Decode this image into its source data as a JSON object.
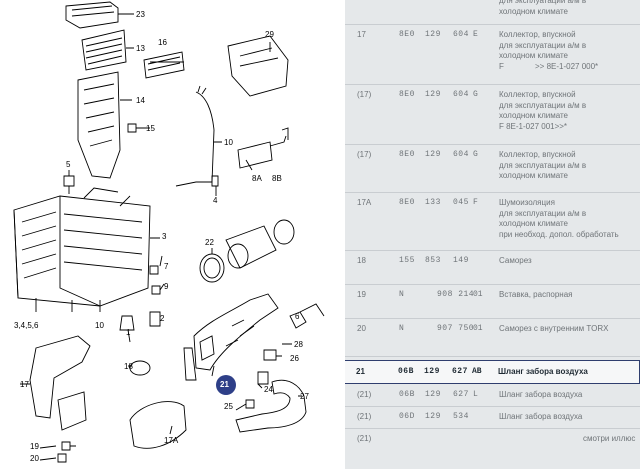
{
  "diagram": {
    "labels": [
      "23",
      "13",
      "16",
      "29",
      "14",
      "15",
      "10",
      "5",
      "8A",
      "8B",
      "4",
      "3",
      "2",
      "22",
      "7",
      "9",
      "1",
      "10",
      "3,4,5,6",
      "18",
      "17",
      "28",
      "6",
      "26",
      "24",
      "21",
      "25",
      "27",
      "19",
      "20",
      "17A"
    ],
    "highlight_label": "21"
  },
  "table": {
    "rows": [
      {
        "num": "",
        "pn1": "",
        "pn2": "",
        "pn3": "",
        "suf": "",
        "desc": "для эксплуатации а/м в\nхолодном климате"
      },
      {
        "num": "17",
        "pn1": "8E0",
        "pn2": "129",
        "pn3": "604",
        "suf": "E",
        "desc": "Коллектор, впускной\nдля эксплуатации а/м в\nхолодном климате\nF              >> 8E-1-027 000*"
      },
      {
        "num": "(17)",
        "pn1": "8E0",
        "pn2": "129",
        "pn3": "604",
        "suf": "G",
        "desc": "Коллектор, впускной\nдля эксплуатации а/м в\nхолодном климате\nF 8E-1-027 001>>*"
      },
      {
        "num": "(17)",
        "pn1": "8E0",
        "pn2": "129",
        "pn3": "604",
        "suf": "G",
        "desc": "Коллектор, впускной\nдля эксплуатации а/м в\nхолодном климате"
      },
      {
        "num": "17A",
        "pn1": "8E0",
        "pn2": "133",
        "pn3": "045",
        "suf": "F",
        "desc": "Шумоизоляция\nдля эксплуатации а/м в\nхолодном климате\nпри необход. допол. обработать"
      },
      {
        "num": "18",
        "pn1": "155",
        "pn2": "853",
        "pn3": "149",
        "suf": "",
        "desc": "Саморез"
      },
      {
        "num": "19",
        "pn1": "N",
        "pn2": "",
        "pn3": "908 214",
        "suf": "01",
        "desc": "Вставка, распорная"
      },
      {
        "num": "20",
        "pn1": "N",
        "pn2": "",
        "pn3": "907 750",
        "suf": "01",
        "desc": "Саморез с внутренним TORX"
      },
      {
        "num": "21",
        "pn1": "06B",
        "pn2": "129",
        "pn3": "627",
        "suf": "AB",
        "desc": "Шланг забора воздуха"
      },
      {
        "num": "(21)",
        "pn1": "06B",
        "pn2": "129",
        "pn3": "627",
        "suf": "L",
        "desc": "Шланг забора воздуха"
      },
      {
        "num": "(21)",
        "pn1": "06D",
        "pn2": "129",
        "pn3": "534",
        "suf": "",
        "desc": "Шланг забора воздуха"
      },
      {
        "num": "(21)",
        "pn1": "",
        "pn2": "",
        "pn3": "",
        "suf": "",
        "desc": "смотри иллюс"
      }
    ],
    "selected_index": 8
  }
}
